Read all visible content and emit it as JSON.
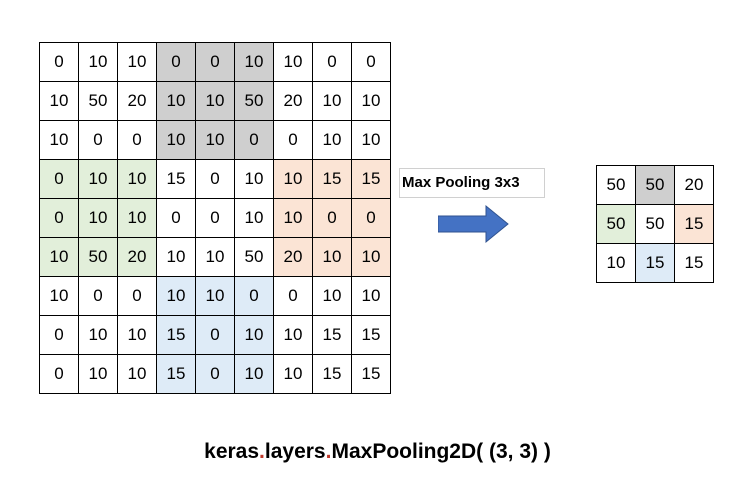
{
  "input_grid": [
    [
      "0",
      "10",
      "10",
      "0",
      "0",
      "10",
      "10",
      "0",
      "0"
    ],
    [
      "10",
      "50",
      "20",
      "10",
      "10",
      "50",
      "20",
      "10",
      "10"
    ],
    [
      "10",
      "0",
      "0",
      "10",
      "10",
      "0",
      "0",
      "10",
      "10"
    ],
    [
      "0",
      "10",
      "10",
      "15",
      "0",
      "10",
      "10",
      "15",
      "15"
    ],
    [
      "0",
      "10",
      "10",
      "0",
      "0",
      "10",
      "10",
      "0",
      "0"
    ],
    [
      "10",
      "50",
      "20",
      "10",
      "10",
      "50",
      "20",
      "10",
      "10"
    ],
    [
      "10",
      "0",
      "0",
      "10",
      "10",
      "0",
      "0",
      "10",
      "10"
    ],
    [
      "0",
      "10",
      "10",
      "15",
      "0",
      "10",
      "10",
      "15",
      "15"
    ],
    [
      "0",
      "10",
      "10",
      "15",
      "0",
      "10",
      "10",
      "15",
      "15"
    ]
  ],
  "output_grid": [
    [
      "50",
      "50",
      "20"
    ],
    [
      "50",
      "50",
      "15"
    ],
    [
      "10",
      "15",
      "15"
    ]
  ],
  "highlights": {
    "gray": "#cfcfcf",
    "green": "#e2efda",
    "orange": "#fbe4d5",
    "blue": "#deebf7"
  },
  "operation_label": "Max Pooling 3x3",
  "arrow_color": "#4472c4",
  "code": {
    "part1": "keras",
    "dot1": ".",
    "part2": "layers",
    "dot2": ".",
    "part3": "MaxPooling2D( (3, 3) )"
  }
}
